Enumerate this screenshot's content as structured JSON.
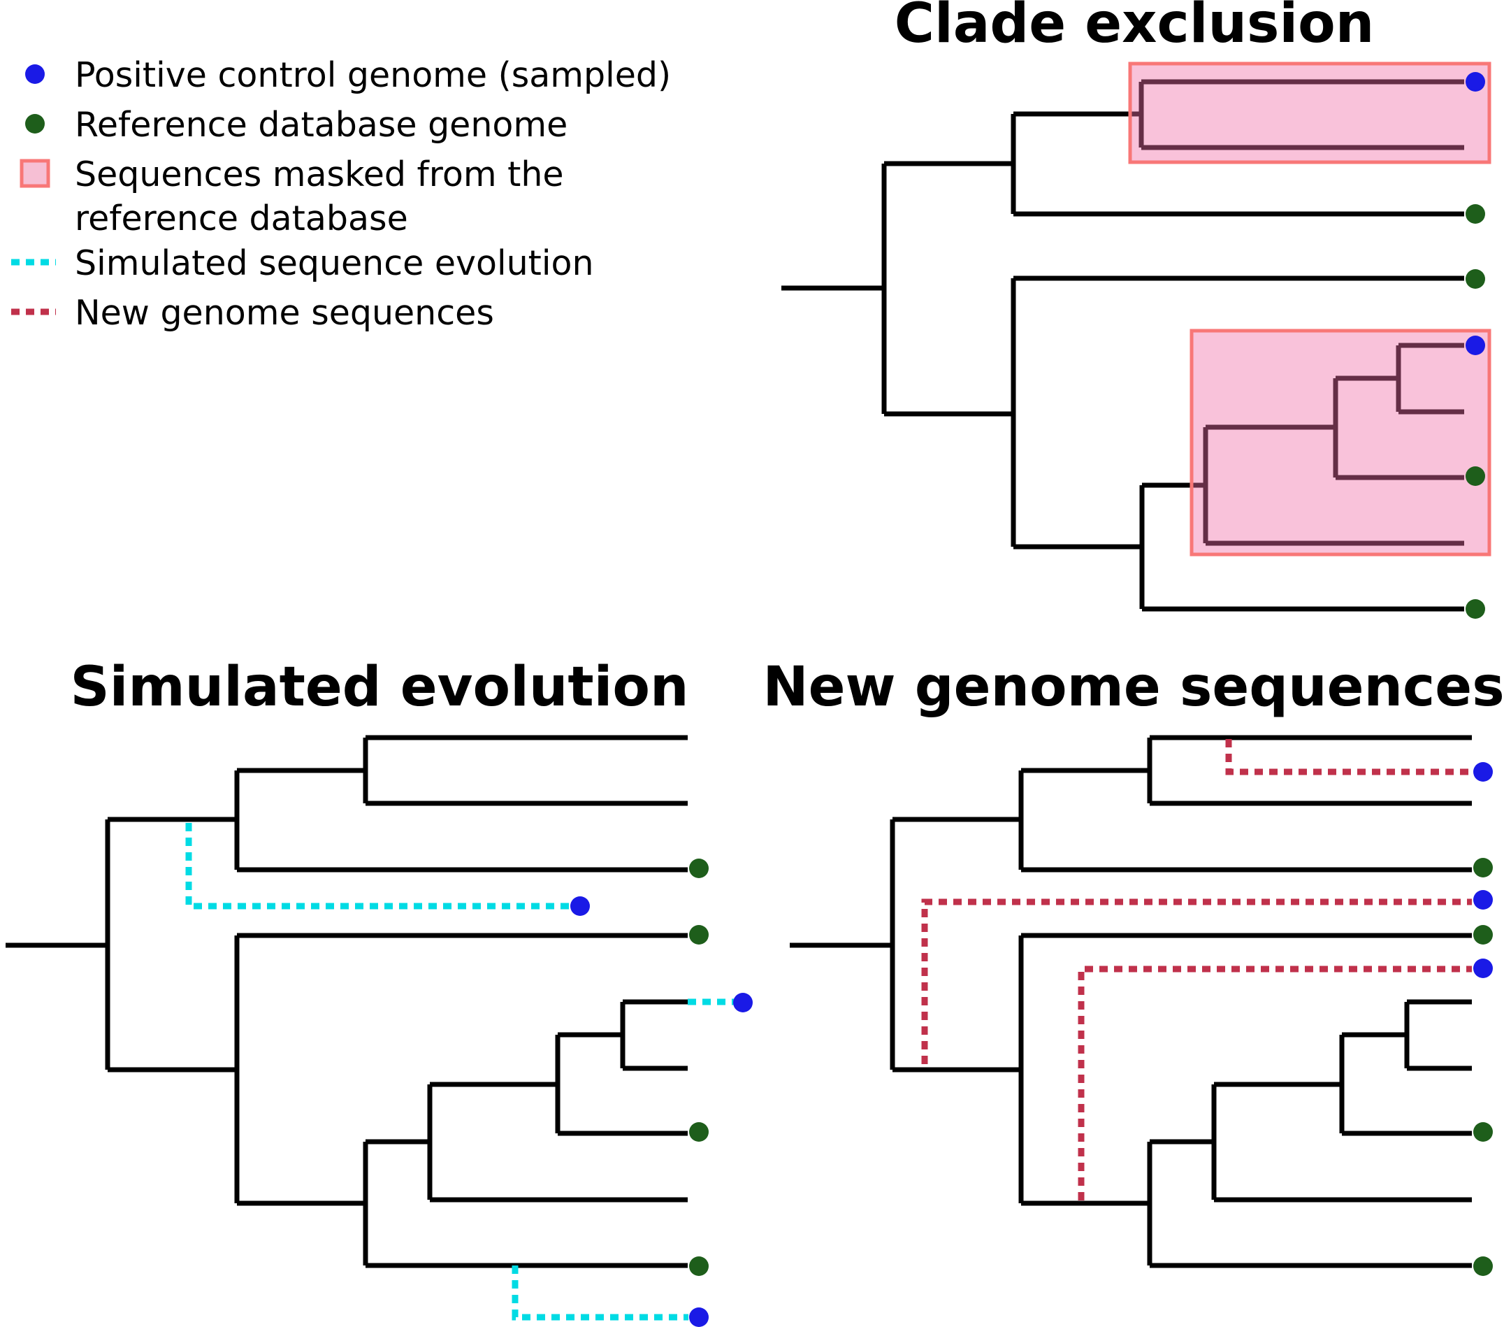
{
  "legend": {
    "positive_control": "Positive control genome (sampled)",
    "reference_genome": "Reference database genome",
    "masked_line1": "Sequences masked from the",
    "masked_line2": "reference database",
    "simulated": "Simulated sequence evolution",
    "new_genomes": "New genome sequences"
  },
  "panels": {
    "clade_exclusion": {
      "title": "Clade exclusion"
    },
    "simulated_evolution": {
      "title": "Simulated evolution"
    },
    "new_genome_sequences": {
      "title": "New genome sequences"
    }
  },
  "colors": {
    "positive_control": "#1a1ae6",
    "reference_genome": "#1e5e1b",
    "masked_fill": "#f6bfd4",
    "masked_border": "#f87777",
    "simulated_line": "#00dbe4",
    "new_genome_line": "#c0314b",
    "branch": "#000000"
  }
}
